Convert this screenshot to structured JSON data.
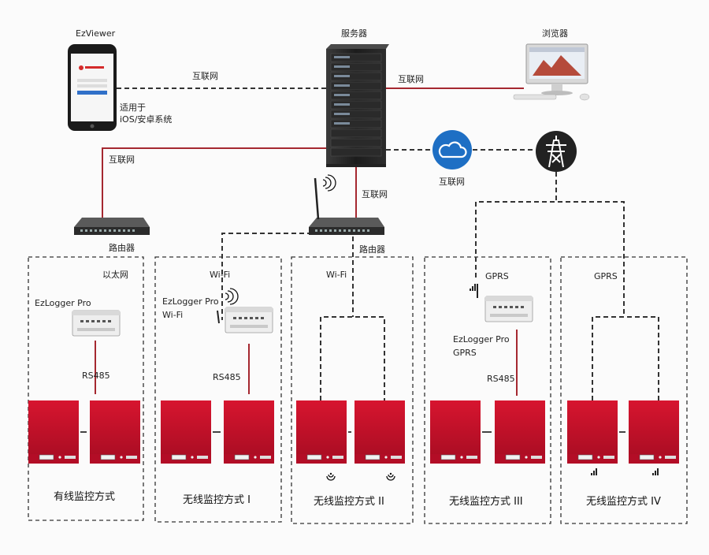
{
  "top": {
    "phone_label": "EzViewer",
    "server_label": "服务器",
    "browser_label": "浏览器",
    "phone_os_line1": "适用于",
    "phone_os_line2": "iOS/安卓系统"
  },
  "links": {
    "phone_server": "互联网",
    "server_browser": "互联网",
    "server_router1": "互联网",
    "server_router2": "互联网",
    "cloud": "互联网"
  },
  "routers": {
    "router1": "路由器",
    "router2": "路由器"
  },
  "sections": [
    {
      "title": "有线监控方式",
      "link": "以太网",
      "logger_line1": "EzLogger Pro",
      "logger_line2": "",
      "bus": "RS485"
    },
    {
      "title": "无线监控方式 I",
      "link": "Wi-Fi",
      "logger_line1": "EzLogger Pro",
      "logger_line2": "Wi-Fi",
      "bus": "RS485"
    },
    {
      "title": "无线监控方式 II",
      "link": "Wi-Fi",
      "logger_line1": "",
      "logger_line2": "",
      "bus": ""
    },
    {
      "title": "无线监控方式 III",
      "link": "GPRS",
      "logger_line1": "EzLogger Pro",
      "logger_line2": "GPRS",
      "bus": "RS485"
    },
    {
      "title": "无线监控方式 IV",
      "link": "GPRS",
      "logger_line1": "",
      "logger_line2": "",
      "bus": ""
    }
  ],
  "colors": {
    "inverter_red": "#c8102e",
    "line_red": "#a52830",
    "dashed": "#333333",
    "cloud_blue": "#1e6fc4",
    "tower_dark": "#222222"
  }
}
